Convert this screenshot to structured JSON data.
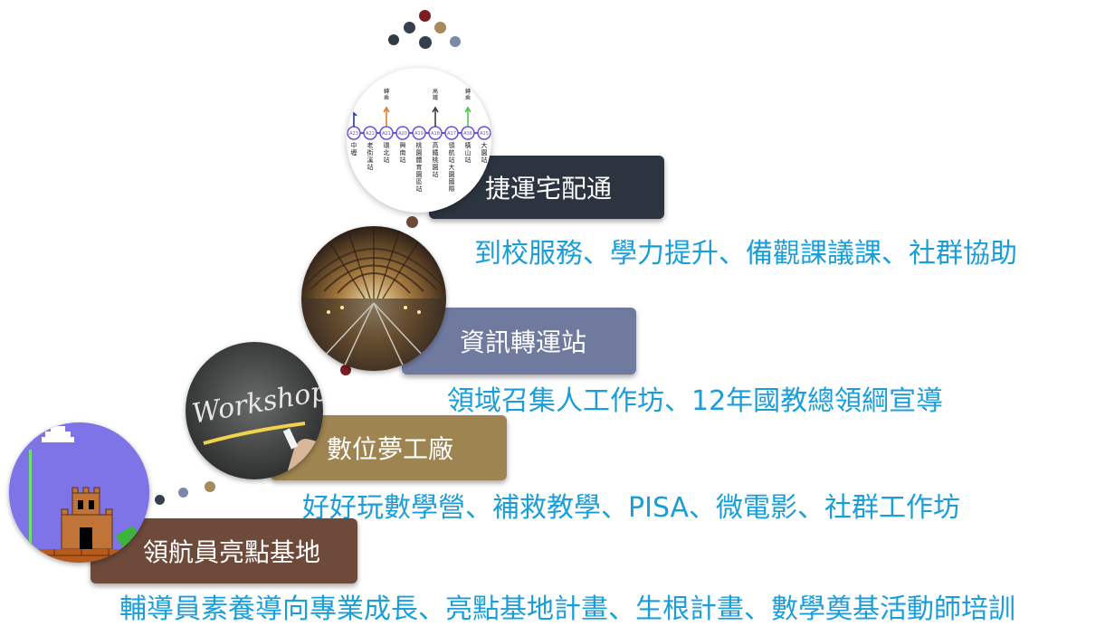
{
  "colors": {
    "description_text": "#1a9ed9",
    "tier1_label_bg": "#6e4a3a",
    "tier2_label_bg": "#9e8450",
    "tier3_label_bg": "#707a9e",
    "tier4_label_bg": "#2c3440"
  },
  "tiers": [
    {
      "label": "領航員亮點基地",
      "description": "輔導員素養導向專業成長、亮點基地計畫、生根計畫、數學奠基活動師培訓",
      "icon": "mario-castle-icon"
    },
    {
      "label": "數位夢工廠",
      "description": "好好玩數學營、補救教學、PISA、微電影、社群工作坊",
      "icon": "workshop-chalkboard-icon"
    },
    {
      "label": "資訊轉運站",
      "description": "領域召集人工作坊、12年國教總領綱宣導",
      "icon": "train-station-icon"
    },
    {
      "label": "捷運宅配通",
      "description": "到校服務、學力提升、備觀課議課、社群協助",
      "icon": "metro-map-icon",
      "metro_map": {
        "codes": [
          "A23",
          "A22",
          "A21",
          "A20",
          "A19",
          "A18",
          "A17",
          "A16",
          "A15"
        ],
        "stations": [
          "中壢",
          "老街溪站",
          "環北站",
          "興南站",
          "桃園體育園區站",
          "高鐵桃園站",
          "領航站大園國際",
          "橫山站",
          "大園站"
        ],
        "transfers": [
          "轉乘",
          "高鐵",
          "轉乘"
        ]
      }
    }
  ]
}
